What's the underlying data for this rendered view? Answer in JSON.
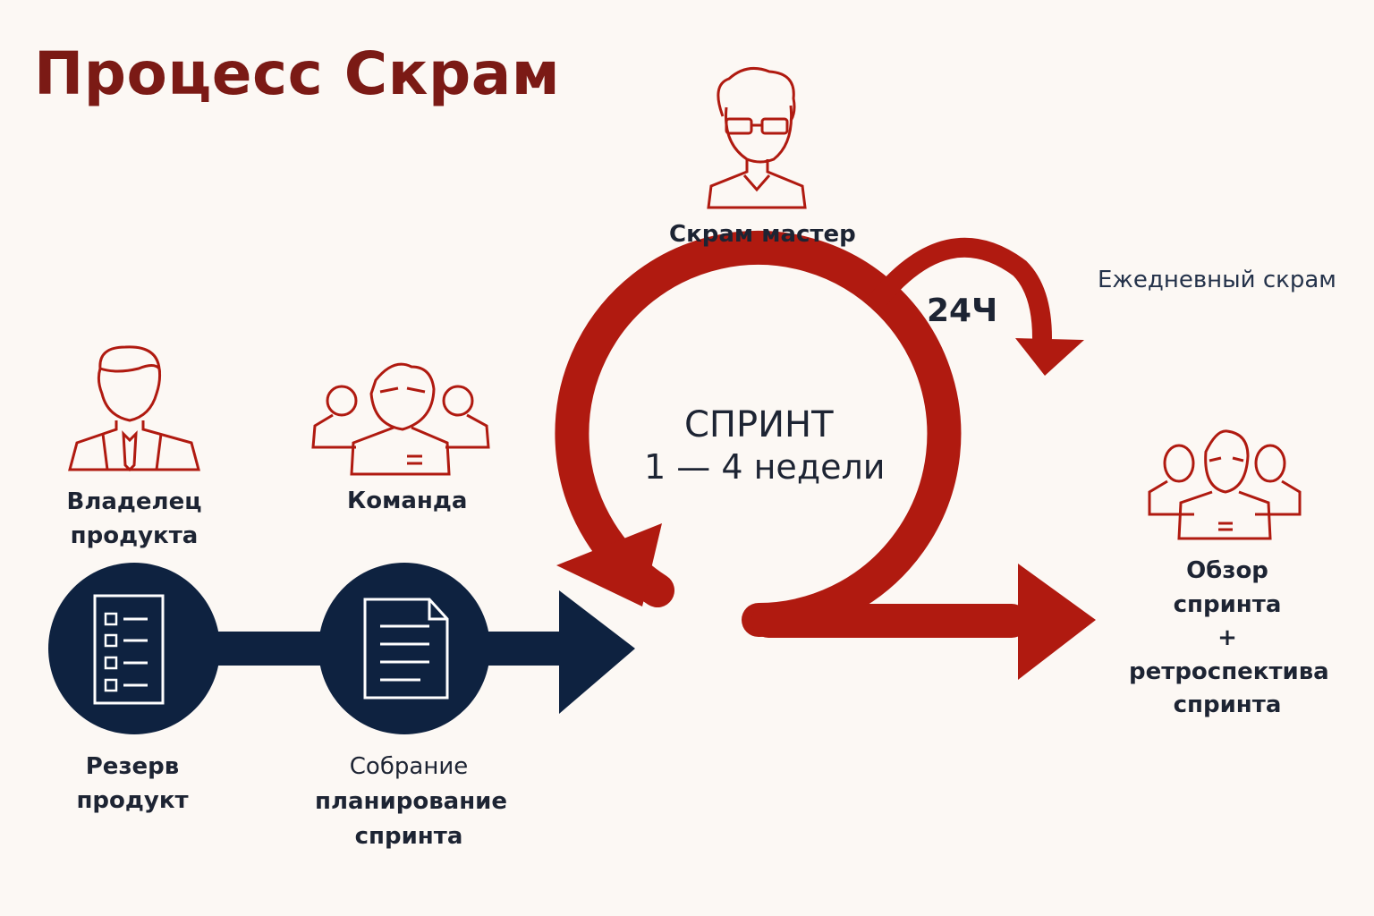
{
  "title": "Процесс Скрам",
  "roles": {
    "scrum_master": "Скрам мастер",
    "product_owner": [
      "Владелец",
      "продукта"
    ],
    "team": "Команда"
  },
  "artifacts": {
    "backlog": [
      "Резерв",
      "продукт"
    ],
    "planning": [
      "Собрание",
      "планирование",
      "спринта"
    ]
  },
  "sprint": {
    "title": "СПРИНТ",
    "duration": "1 — 4 недели"
  },
  "daily": {
    "hours": "24Ч",
    "label": "Ежедневный скрам"
  },
  "review": [
    "Обзор",
    "спринта",
    "+",
    "ретроспектива",
    "спринта"
  ],
  "colors": {
    "accent_red": "#b01a10",
    "dark_navy": "#0e2240",
    "title_red": "#7b1a15",
    "background": "#fcf8f4",
    "icon_stroke": "#b01a10"
  },
  "icons": [
    "person-glasses-icon",
    "person-tie-icon",
    "team-icon",
    "checklist-icon",
    "document-icon",
    "team-icon"
  ]
}
